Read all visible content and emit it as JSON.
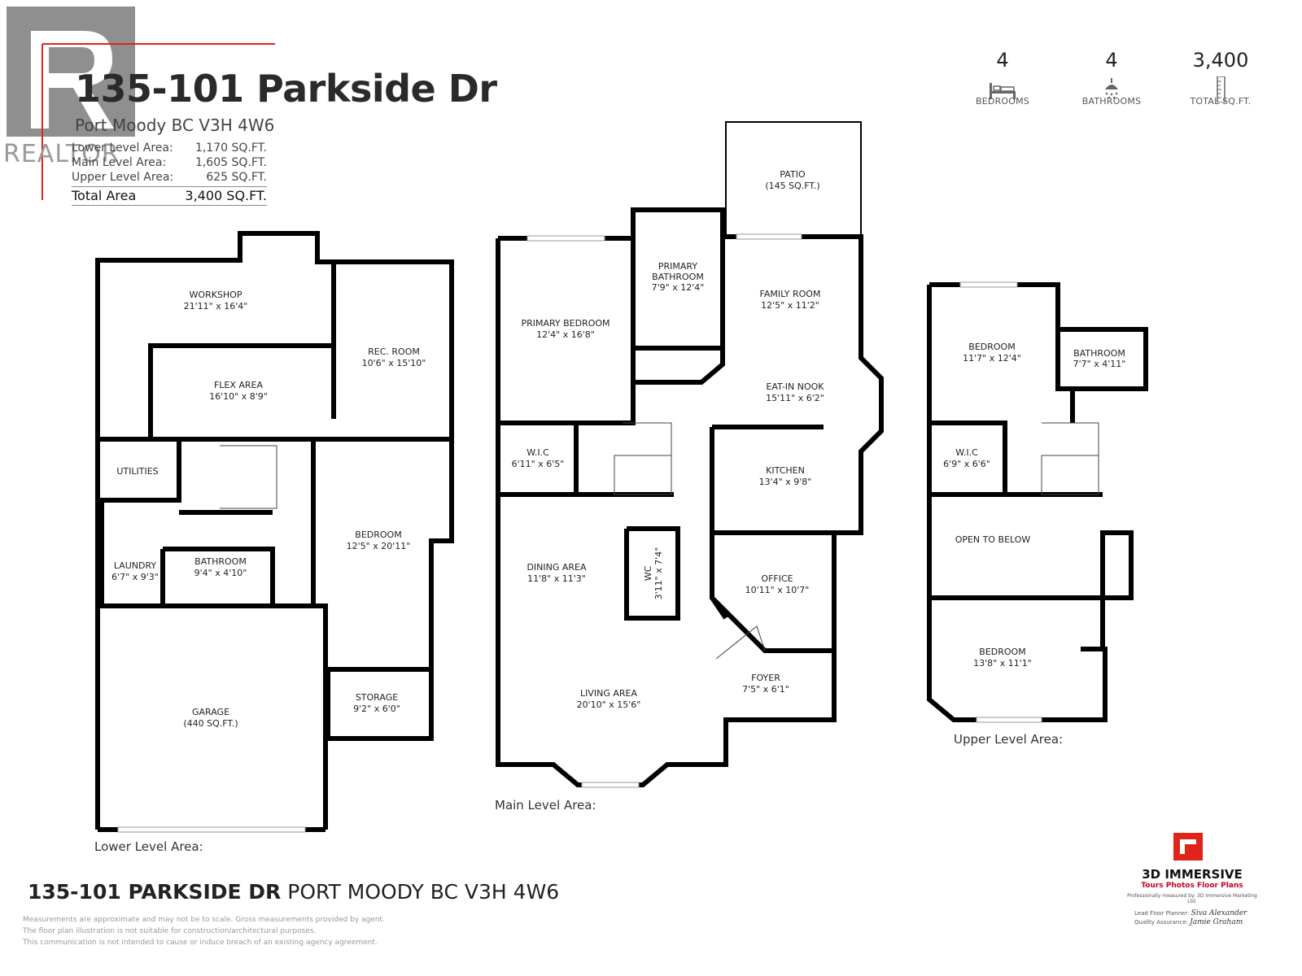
{
  "header": {
    "title": "135-101 Parkside Dr",
    "subtitle": "Port Moody BC  V3H 4W6",
    "watermark": "REALTOR",
    "areas": [
      {
        "label": "Lower Level Area:",
        "value": "1,170 SQ.FT."
      },
      {
        "label": "Main Level Area:",
        "value": "1,605 SQ.FT."
      },
      {
        "label": "Upper Level Area:",
        "value": "625 SQ.FT."
      }
    ],
    "total": {
      "label": "Total Area",
      "value": "3,400 SQ.FT."
    }
  },
  "stats": [
    {
      "value": "4",
      "label": "BEDROOMS",
      "icon": "bed-icon"
    },
    {
      "value": "4",
      "label": "BATHROOMS",
      "icon": "shower-icon"
    },
    {
      "value": "3,400",
      "label": "TOTAL SQ.FT.",
      "icon": "ruler-icon"
    }
  ],
  "rooms": {
    "patio": [
      "PATIO",
      "(145 SQ.FT.)"
    ],
    "workshop": [
      "WORKSHOP",
      "21'11\" x 16'4\""
    ],
    "rec_room": [
      "REC. ROOM",
      "10'6\" x 15'10\""
    ],
    "flex_area": [
      "FLEX AREA",
      "16'10\" x 8'9\""
    ],
    "utilities": [
      "UTILITIES"
    ],
    "laundry": [
      "LAUNDRY",
      "6'7\" x 9'3\""
    ],
    "lower_bathroom": [
      "BATHROOM",
      "9'4\" x 4'10\""
    ],
    "lower_bedroom": [
      "BEDROOM",
      "12'5\" x 20'11\""
    ],
    "garage": [
      "GARAGE",
      "(440 SQ.FT.)"
    ],
    "storage": [
      "STORAGE",
      "9'2\" x 6'0\""
    ],
    "primary_bedroom": [
      "PRIMARY BEDROOM",
      "12'4\" x 16'8\""
    ],
    "primary_bathroom": [
      "PRIMARY",
      "BATHROOM",
      "7'9\" x 12'4\""
    ],
    "family_room": [
      "FAMILY ROOM",
      "12'5\" x 11'2\""
    ],
    "eat_in_nook": [
      "EAT-IN NOOK",
      "15'11\" x 6'2\""
    ],
    "main_wic": [
      "W.I.C",
      "6'11\" x 6'5\""
    ],
    "kitchen": [
      "KITCHEN",
      "13'4\" x 9'8\""
    ],
    "dining_area": [
      "DINING AREA",
      "11'8\" x 11'3\""
    ],
    "wc": [
      "WC",
      "3'11\" x 7'4\""
    ],
    "office": [
      "OFFICE",
      "10'11\" x 10'7\""
    ],
    "foyer": [
      "FOYER",
      "7'5\" x 6'1\""
    ],
    "living_area": [
      "LIVING AREA",
      "20'10\" x 15'6\""
    ],
    "upper_bedroom_1": [
      "BEDROOM",
      "11'7\" x 12'4\""
    ],
    "upper_bathroom": [
      "BATHROOM",
      "7'7\" x 4'11\""
    ],
    "upper_wic": [
      "W.I.C",
      "6'9\" x 6'6\""
    ],
    "open_to_below": [
      "OPEN TO BELOW"
    ],
    "upper_bedroom_2": [
      "BEDROOM",
      "13'8\" x 11'1\""
    ]
  },
  "levels": {
    "lower": "Lower Level Area:",
    "main": "Main Level Area:",
    "upper": "Upper Level Area:"
  },
  "footer": {
    "address_bold": "135-101 PARKSIDE DR",
    "address_rest": "PORT MOODY BC V3H 4W6",
    "disclaimer": [
      "Measurements are approximate and may not be to scale. Gross measurements provided by agent.",
      "The floor plan illustration is not suitable for construction/architectural purposes.",
      "This communication is not intended to cause or induce breach of an existing agency agreement."
    ]
  },
  "brand": {
    "name": "3D IMMERSIVE",
    "tagline": "Tours  Photos  Floor Plans",
    "measured_by": "Professionally measured by: 3D Immersive Marketing Ltd.",
    "planner_label": "Lead Floor Planner:",
    "planner_sig": "Siva Alexander",
    "qa_label": "Quality Assurance:",
    "qa_sig": "Jamie Graham"
  },
  "colors": {
    "wall": "#000000",
    "accent": "#e2231a",
    "watermark": "#9a9a9a"
  }
}
